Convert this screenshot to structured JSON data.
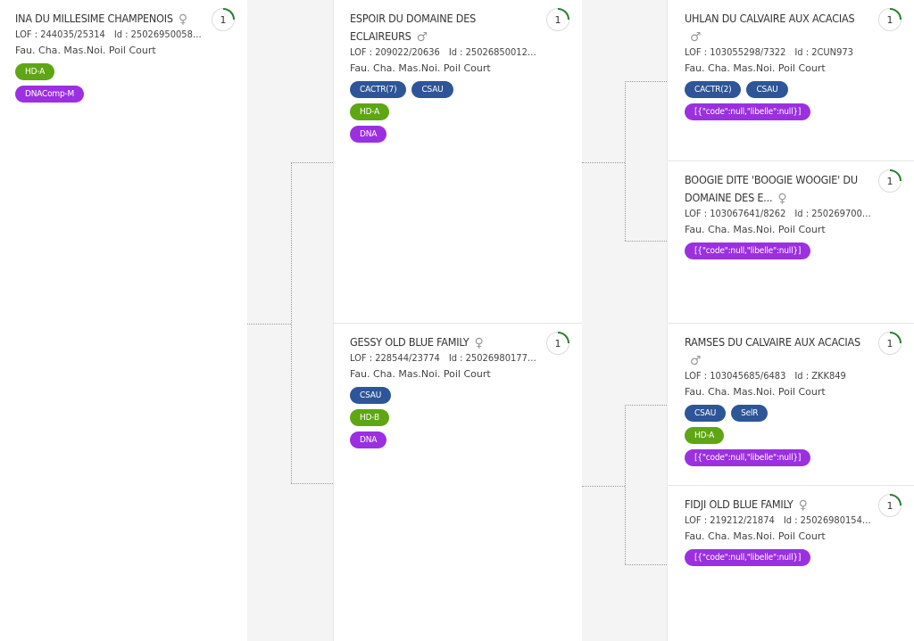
{
  "dogs": {
    "root": {
      "name": "INA DU MILLESIME CHAMPENOIS",
      "sex_symbol": "♀",
      "lof": "LOF : 244035/25314",
      "id": "Id : 250269500586...",
      "coat": "Fau. Cha. Mas.Noi. Poil Court",
      "generation": "1",
      "badges": [
        [
          "HD-A"
        ],
        [
          "DNAComp-M"
        ]
      ]
    },
    "sire": {
      "name": "ESPOIR DU DOMAINE DES ECLAIREURS",
      "sex_symbol": "♂",
      "lof": "LOF : 209022/20636",
      "id": "Id : 250268500126...",
      "coat": "Fau. Cha. Mas.Noi. Poil Court",
      "generation": "1",
      "badges": [
        [
          "CACTR(7)",
          "CSAU"
        ],
        [
          "HD-A"
        ],
        [
          "DNA"
        ]
      ]
    },
    "dam": {
      "name": "GESSY OLD BLUE FAMILY",
      "sex_symbol": "♀",
      "lof": "LOF : 228544/23774",
      "id": "Id : 250269801771...",
      "coat": "Fau. Cha. Mas.Noi. Poil Court",
      "generation": "1",
      "badges": [
        [
          "CSAU"
        ],
        [
          "HD-B"
        ],
        [
          "DNA"
        ]
      ]
    },
    "ss": {
      "name": "UHLAN DU CALVAIRE AUX ACACIAS",
      "sex_symbol": "♂",
      "lof": "LOF : 103055298/7322",
      "id": "Id : 2CUN973",
      "coat": "Fau. Cha. Mas.Noi. Poil Court",
      "generation": "1",
      "badges": [
        [
          "CACTR(2)",
          "CSAU"
        ],
        [
          "[{\"code\":null,\"libelle\":null}]"
        ]
      ]
    },
    "sd": {
      "name": "BOOGIE DITE 'BOOGIE WOOGIE' DU DOMAINE DES E...",
      "sex_symbol": "♀",
      "lof": "LOF : 103067641/8262",
      "id": "Id : 2502697003...",
      "coat": "Fau. Cha. Mas.Noi. Poil Court",
      "generation": "1",
      "badges": [
        [
          "[{\"code\":null,\"libelle\":null}]"
        ]
      ]
    },
    "ds": {
      "name": "RAMSES DU CALVAIRE AUX ACACIAS",
      "sex_symbol": "♂",
      "lof": "LOF : 103045685/6483",
      "id": "Id : ZKK849",
      "coat": "Fau. Cha. Mas.Noi. Poil Court",
      "generation": "1",
      "badges": [
        [
          "CSAU",
          "SelR"
        ],
        [
          "HD-A"
        ],
        [
          "[{\"code\":null,\"libelle\":null}]"
        ]
      ]
    },
    "dd": {
      "name": "FIDJI OLD BLUE FAMILY",
      "sex_symbol": "♀",
      "lof": "LOF : 219212/21874",
      "id": "Id : 250269801540...",
      "coat": "Fau. Cha. Mas.Noi. Poil Court",
      "generation": "1",
      "badges": [
        [
          "[{\"code\":null,\"libelle\":null}]"
        ]
      ]
    }
  },
  "badge_colors": {
    "HD-A": "#5ea614",
    "HD-B": "#5ea614",
    "CACTR(7)": "#2e5597",
    "CACTR(2)": "#2e5597",
    "CSAU": "#2e5597",
    "SelR": "#2e5597",
    "DNA": "#9b30e0",
    "DNAComp-M": "#9b30e0",
    "[{\"code\":null,\"libelle\":null}]": "#9b30e0"
  },
  "generation_ring_color": "#2e7d32"
}
